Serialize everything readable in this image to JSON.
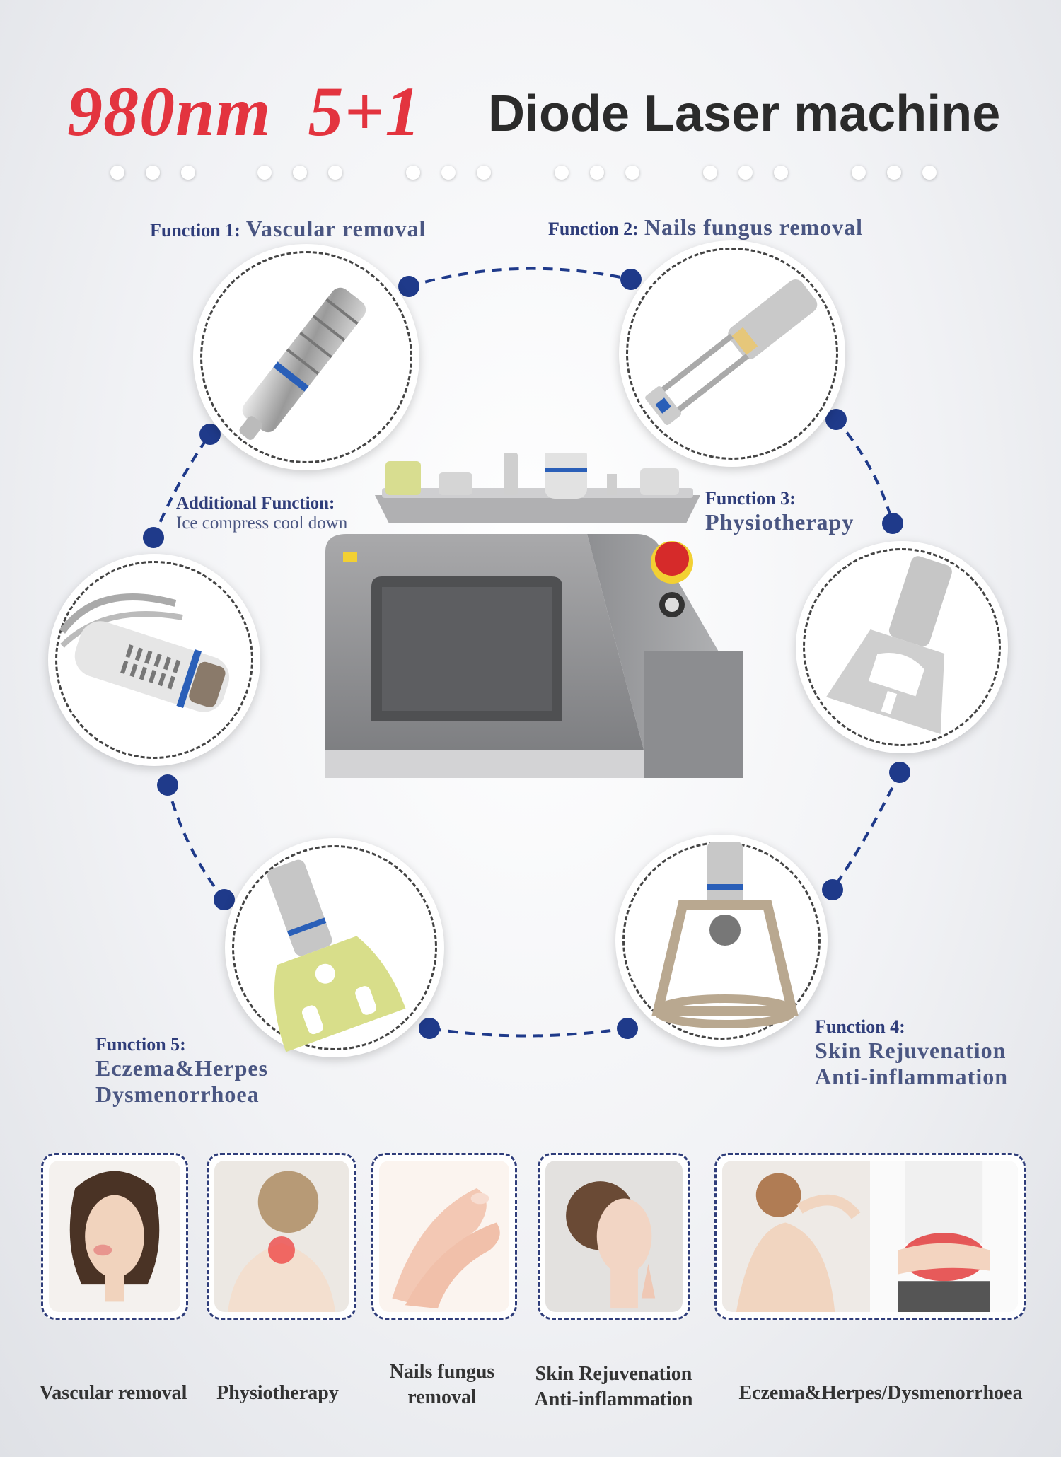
{
  "title": {
    "red": "980nm  5+1",
    "dark": "Diode Laser machine"
  },
  "functions": [
    {
      "prefix": "Function 1:",
      "name": "Vascular removal"
    },
    {
      "prefix": "Function 2:",
      "name": "Nails fungus removal"
    },
    {
      "prefix": "Function 3:",
      "name": "Physiotherapy"
    },
    {
      "prefix": "Function 4:",
      "name": "Skin Rejuvenation",
      "name2": "Anti-inflammation"
    },
    {
      "prefix": "Function 5:",
      "name": "Eczema&Herpes",
      "name2": "Dysmenorrhoea"
    }
  ],
  "additional": {
    "prefix": "Additional Function:",
    "name": "Ice compress cool down"
  },
  "captions": {
    "vascular": "Vascular removal",
    "physio": "Physiotherapy",
    "nails_1": "Nails fungus",
    "nails_2": "removal",
    "skin_1": "Skin Rejuvenation",
    "skin_2": "Anti-inflammation",
    "eczema": "Eczema&Herpes/Dysmenorrhoea"
  },
  "colors": {
    "accent_red": "#e3343f",
    "navy": "#2f3d7a",
    "dot": "#1f3a8a"
  },
  "icons": [
    "vascular-handpiece-icon",
    "nail-handpiece-icon",
    "physio-handpiece-icon",
    "skin-handpiece-icon",
    "eczema-handpiece-icon",
    "ice-handpiece-icon",
    "emergency-stop-icon",
    "key-switch-icon"
  ]
}
